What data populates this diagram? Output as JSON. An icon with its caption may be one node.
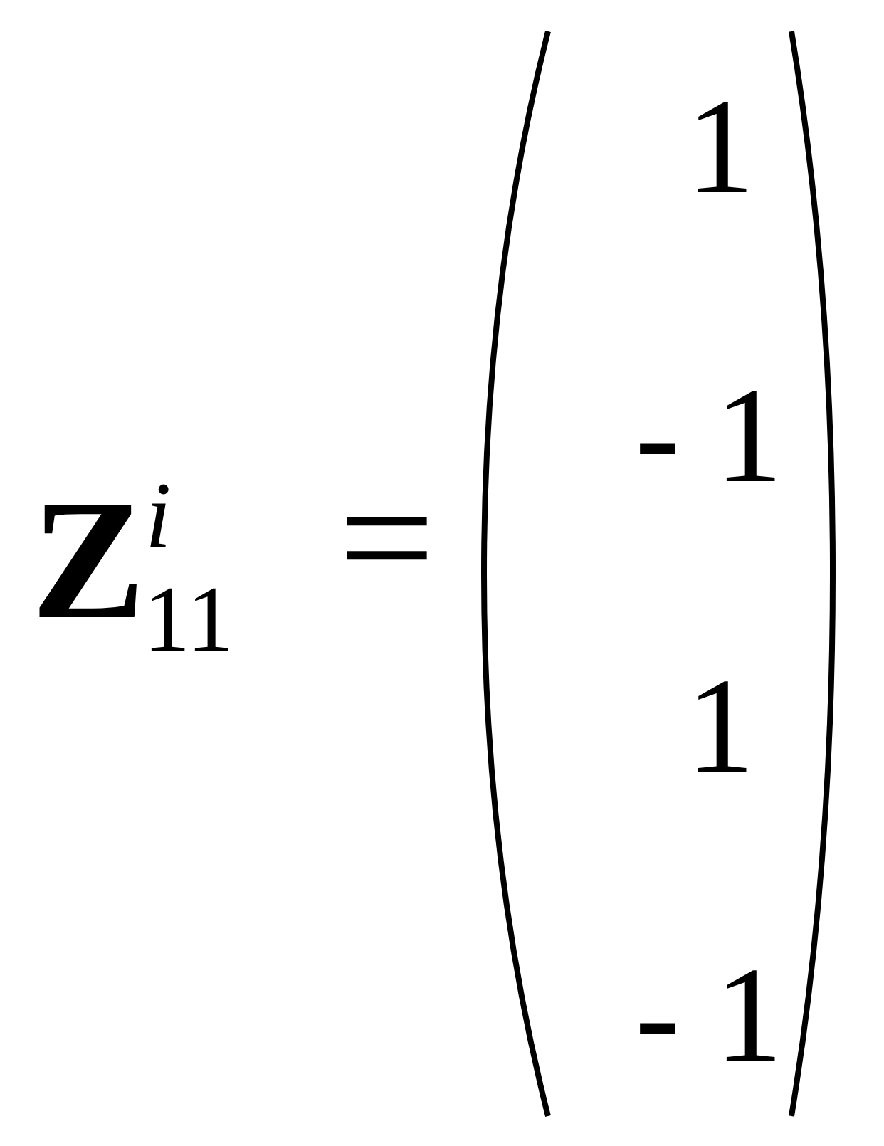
{
  "diagram": {
    "labels": [
      "**Z**$^{i}$$_{11}$",
      "=",
      "1",
      "- 1",
      "1",
      "- 1"
    ]
  }
}
